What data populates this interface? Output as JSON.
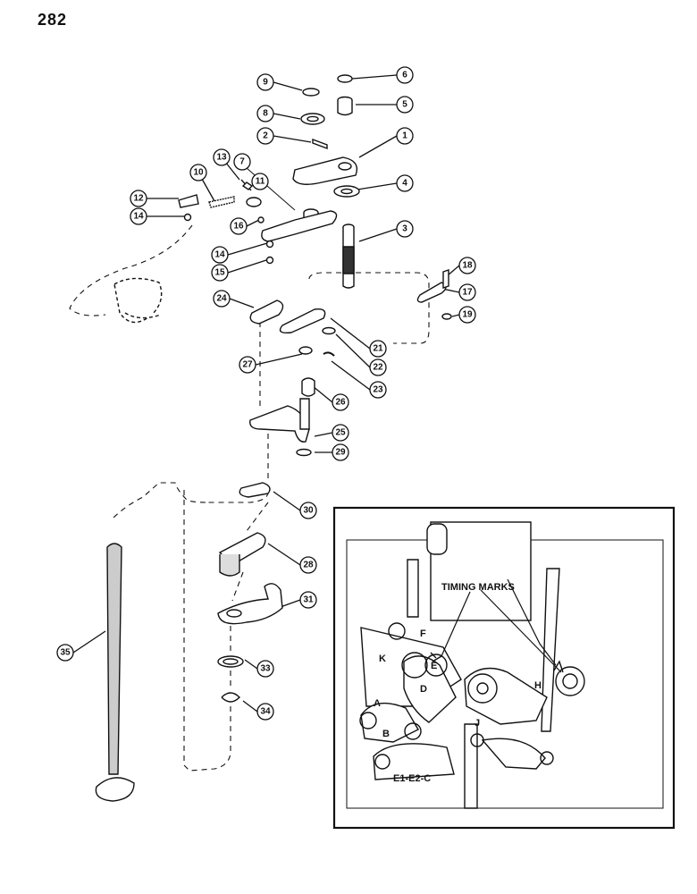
{
  "page_number": "282",
  "inset": {
    "timing_label": "TIMING MARKS",
    "letters": [
      "F",
      "E",
      "K",
      "D",
      "H",
      "A",
      "B",
      "J"
    ],
    "combo_label": "E1-E2-C"
  },
  "callouts": [
    "1",
    "2",
    "3",
    "4",
    "5",
    "6",
    "7",
    "8",
    "9",
    "10",
    "11",
    "12",
    "13",
    "14",
    "14",
    "15",
    "16",
    "17",
    "18",
    "19",
    "21",
    "22",
    "23",
    "24",
    "25",
    "26",
    "27",
    "28",
    "29",
    "30",
    "31",
    "33",
    "34",
    "35"
  ]
}
